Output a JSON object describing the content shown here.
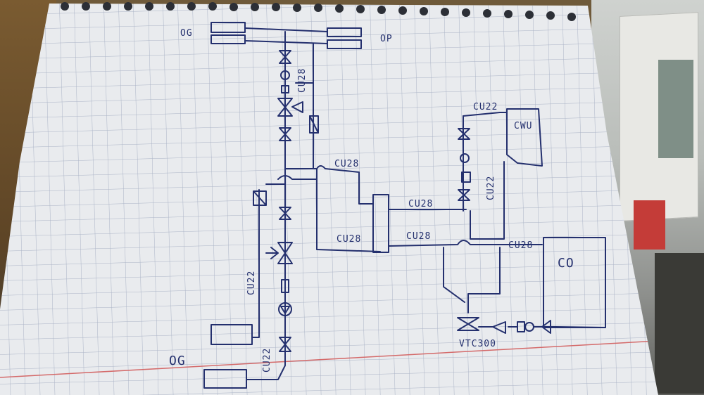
{
  "labels": {
    "og_top": "OG",
    "op_top": "OP",
    "og_bottom": "OG",
    "cwu": "CWU",
    "co": "CO",
    "vtc": "VTC300",
    "cu28_v1": "CU28",
    "cu28_h1": "CU28",
    "cu28_h2": "CU28",
    "cu28_h3": "CU28",
    "cu28_h4": "CU28",
    "cu28_h5": "CU28",
    "cu22_top": "CU22",
    "cu22_v_right": "CU22",
    "cu22_v_left": "CU22",
    "cu22_v_bottom": "CU22"
  },
  "colors": {
    "ink": "#24306e",
    "paper": "#e9ebee",
    "grid": "#aab3c6",
    "margin": "#d46a6a"
  }
}
